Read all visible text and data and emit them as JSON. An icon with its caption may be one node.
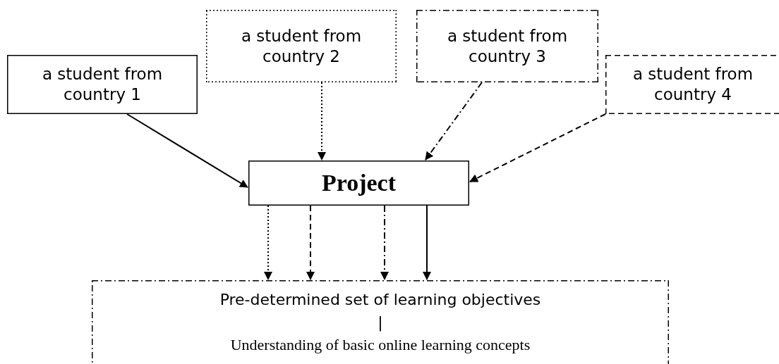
{
  "diagram": {
    "nodes": [
      {
        "text": [
          "a student from country 1"
        ]
      },
      {
        "text": [
          "a student from country 2"
        ]
      },
      {
        "text": [
          "a student from country 3"
        ]
      },
      {
        "text": [
          "a student from country 4"
        ]
      },
      {
        "text": [
          "Project"
        ]
      },
      {
        "text": [
          "Pre-determined set of learning objectives",
          "|",
          "Understanding of basic online learning concepts"
        ]
      }
    ],
    "edges": [
      {
        "from": 0,
        "to": 4,
        "arrow": "to"
      },
      {
        "from": 1,
        "to": 4,
        "arrow": "to",
        "style": "dashed"
      },
      {
        "from": 2,
        "to": 4,
        "arrow": "to",
        "style": "dashed"
      },
      {
        "from": 3,
        "to": 4,
        "arrow": "to",
        "style": "dashed"
      },
      {
        "from": 4,
        "to": 5,
        "arrow": "to",
        "style": "dashed"
      },
      {
        "from": 4,
        "to": 5,
        "arrow": "to",
        "style": "dashed"
      },
      {
        "from": 4,
        "to": 5,
        "arrow": "to",
        "style": "dashed"
      },
      {
        "from": 4,
        "to": 5,
        "arrow": "to"
      }
    ]
  }
}
